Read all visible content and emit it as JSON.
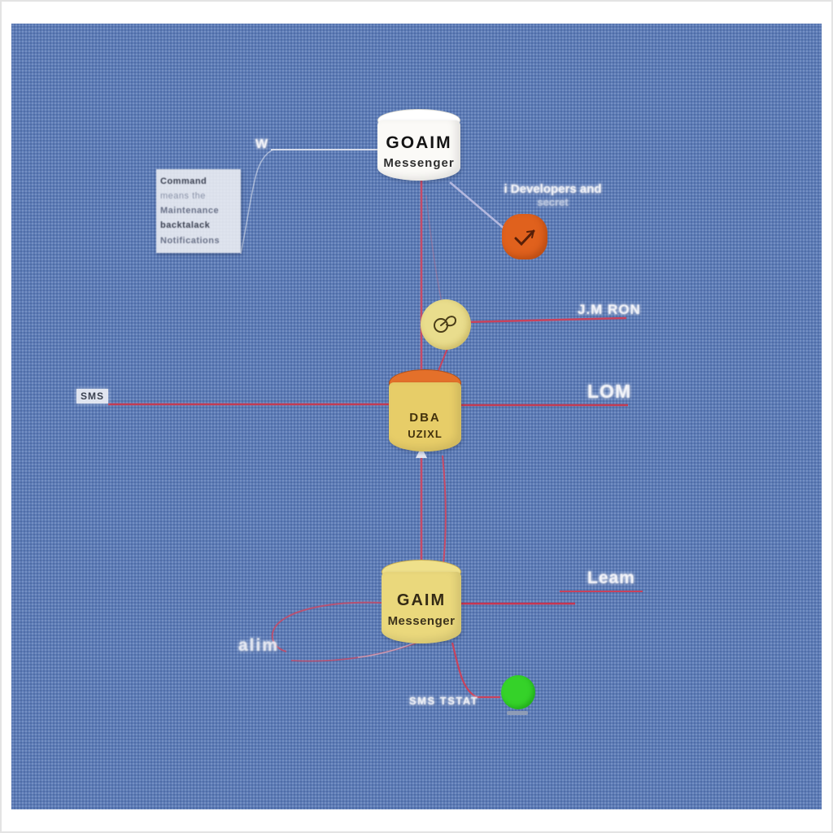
{
  "diagram": {
    "background_color": "#5d7cb7",
    "frame_color": "#ffffff",
    "edge_colors": {
      "red": "#c64a66",
      "white": "#e9ebf4",
      "lavender": "#c3c3e6"
    },
    "nodes": {
      "top_cylinder": {
        "title": "GOAIM",
        "subtitle": "Messenger",
        "color": "#fbfaf7"
      },
      "center_cylinder": {
        "title": "DBA",
        "subtitle": "UZIXL",
        "color": "#e7cd68",
        "top_color": "#e4702a"
      },
      "bottom_cylinder": {
        "title": "GAIM",
        "subtitle": "Messenger",
        "color": "#ead87c"
      },
      "notes_box": {
        "lines": [
          "Command",
          "means the",
          "Maintenance",
          "backtalack",
          "Notifications"
        ]
      },
      "orange_circle": {
        "color": "#e0611d",
        "icon": "checkmark-arrow"
      },
      "yellow_circle": {
        "color": "#e9dd8d",
        "icon": "bird-scribble"
      },
      "green_circle": {
        "color": "#35d229"
      }
    },
    "labels": {
      "w_label": "W",
      "developers": "i Developers and",
      "developers_sub": "secret",
      "jm_ron": "J.M RON",
      "lom": "LOM",
      "sms": "SMS",
      "leam": "Leam",
      "alim": "alim",
      "sms_tstat": "SMS TSTAT"
    }
  }
}
